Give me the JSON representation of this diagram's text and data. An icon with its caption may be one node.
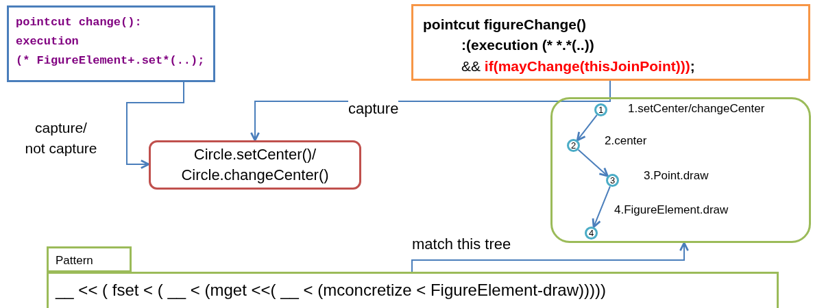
{
  "diagram": {
    "nodes": [
      {
        "text": [
          "pointcut change():",
          "execution",
          "(* FigureElement+.set*(..);"
        ]
      },
      {
        "text": [
          "pointcut figureChange()",
          ":(execution (* *.*(..))",
          "&&",
          "if(mayChange(thisJoinPoint)))",
          ";"
        ]
      },
      {
        "text": [
          "Circle.setCenter()/ Circle.changeCenter()"
        ]
      },
      {
        "text": [],
        "shape": "box"
      },
      {
        "text": [
          "1"
        ],
        "in": 3,
        "beside": [
          "1.setCenter/changeCenter"
        ]
      },
      {
        "text": [
          "2"
        ],
        "in": 3,
        "beside": [
          "2.center"
        ]
      },
      {
        "text": [
          "3"
        ],
        "in": 3,
        "beside": [
          "3.Point.draw"
        ]
      },
      {
        "text": [
          "4"
        ],
        "in": 3,
        "beside": [
          "4.FigureElement.draw"
        ]
      },
      {
        "text": [
          "Pattern"
        ]
      },
      {
        "text": [
          "__ << ( fset < ( __ < (mget <<( __ < (mconcretize < FigureElement-draw)))))"
        ]
      }
    ],
    "edges": [
      {
        "from": 0,
        "to": 2,
        "arrow": "to",
        "label": "capture/ not capture"
      },
      {
        "from": 1,
        "to": 2,
        "arrow": "to",
        "label": "capture"
      },
      {
        "from": 4,
        "to": 5,
        "arrow": "to"
      },
      {
        "from": 5,
        "to": 6,
        "arrow": "to"
      },
      {
        "from": 6,
        "to": 7,
        "arrow": "to"
      },
      {
        "from": 9,
        "to": 3,
        "arrow": "to",
        "label": "match this tree"
      }
    ]
  }
}
